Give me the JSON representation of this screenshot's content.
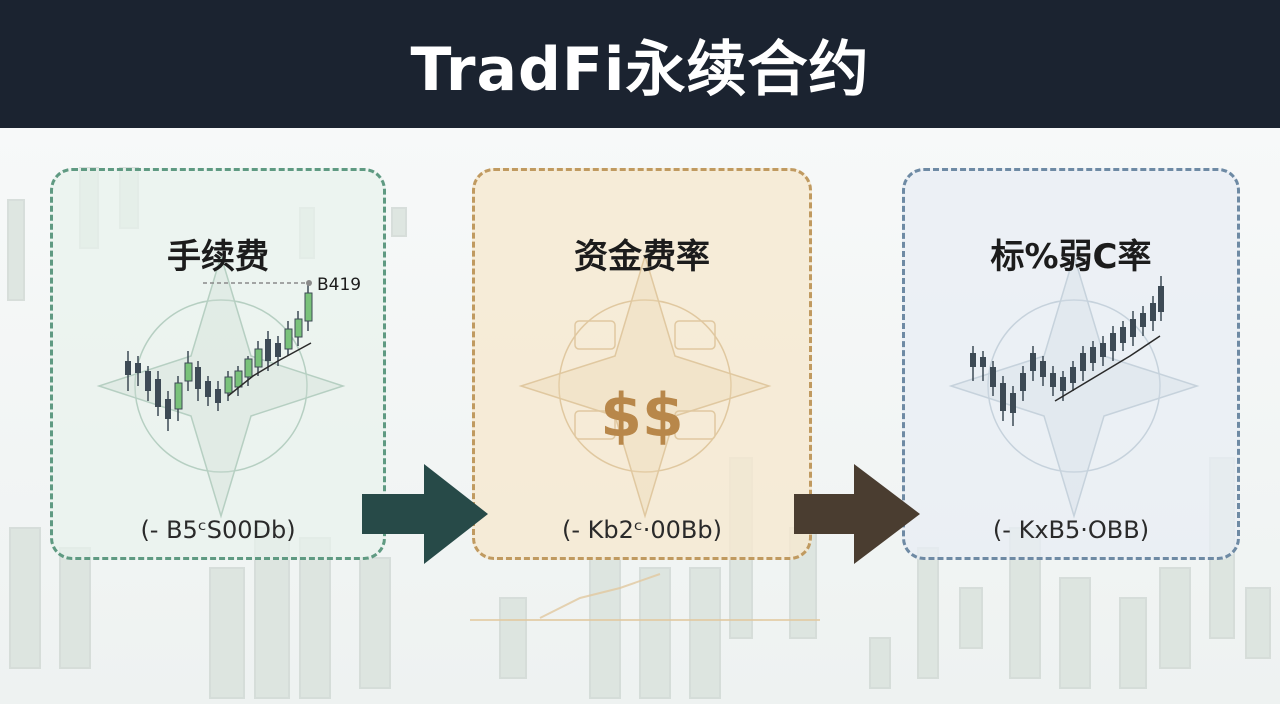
{
  "header": {
    "title": "TradFi永续合约"
  },
  "cards": [
    {
      "title": "手续费",
      "value_label": "B419",
      "footer": "(- B5ᶜS00Db)",
      "accent": "#5f9a82"
    },
    {
      "title": "资金费率",
      "symbol": "$$",
      "footer": "(- Kb2ᶜ·00Bb)",
      "accent": "#c09a60"
    },
    {
      "title": "标%弱C率",
      "footer": "(- KxB5·OBB)",
      "accent": "#6e8aa4"
    }
  ],
  "arrows": [
    {
      "color": "#274a48"
    },
    {
      "color": "#4a3d30"
    }
  ]
}
